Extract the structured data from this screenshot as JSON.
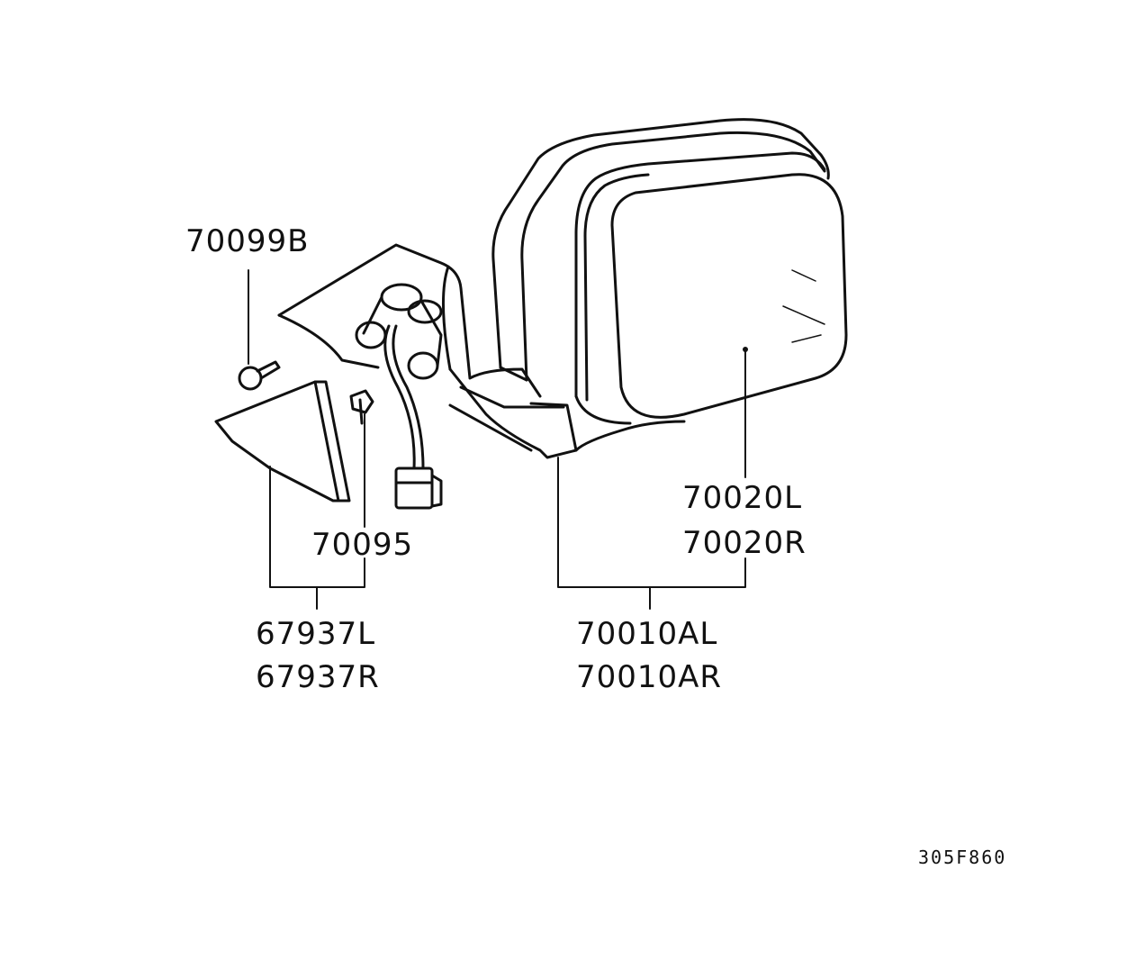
{
  "labels": {
    "screw": "70099B",
    "clip": "70095",
    "cover_left": "67937L",
    "cover_right": "67937R",
    "mirror_assy_left": "70010AL",
    "mirror_assy_right": "70010AR",
    "glass_left": "70020L",
    "glass_right": "70020R"
  },
  "figure_code": "305F860"
}
